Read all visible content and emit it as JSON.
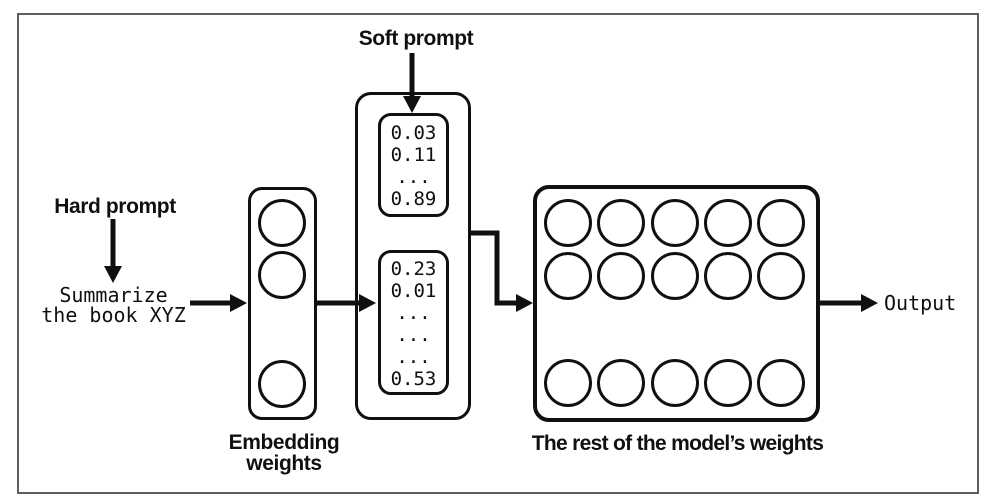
{
  "figure": {
    "labels": {
      "soft_prompt": "Soft prompt",
      "hard_prompt": "Hard prompt",
      "embedding_weights": "Embedding\nweights",
      "rest_of_model": "The rest of the model’s weights",
      "output": "Output"
    },
    "hard_prompt_text": "Summarize\nthe book XYZ",
    "soft_prompt_vector": [
      "0.03",
      "0.11",
      "...",
      "0.89"
    ],
    "embedded_hard_prompt_vector": [
      "0.23",
      "0.01",
      "...",
      "...",
      "...",
      "0.53"
    ],
    "colors": {
      "stroke": "#101010",
      "frame_border": "#5e5e5e",
      "background": "#ffffff"
    }
  }
}
